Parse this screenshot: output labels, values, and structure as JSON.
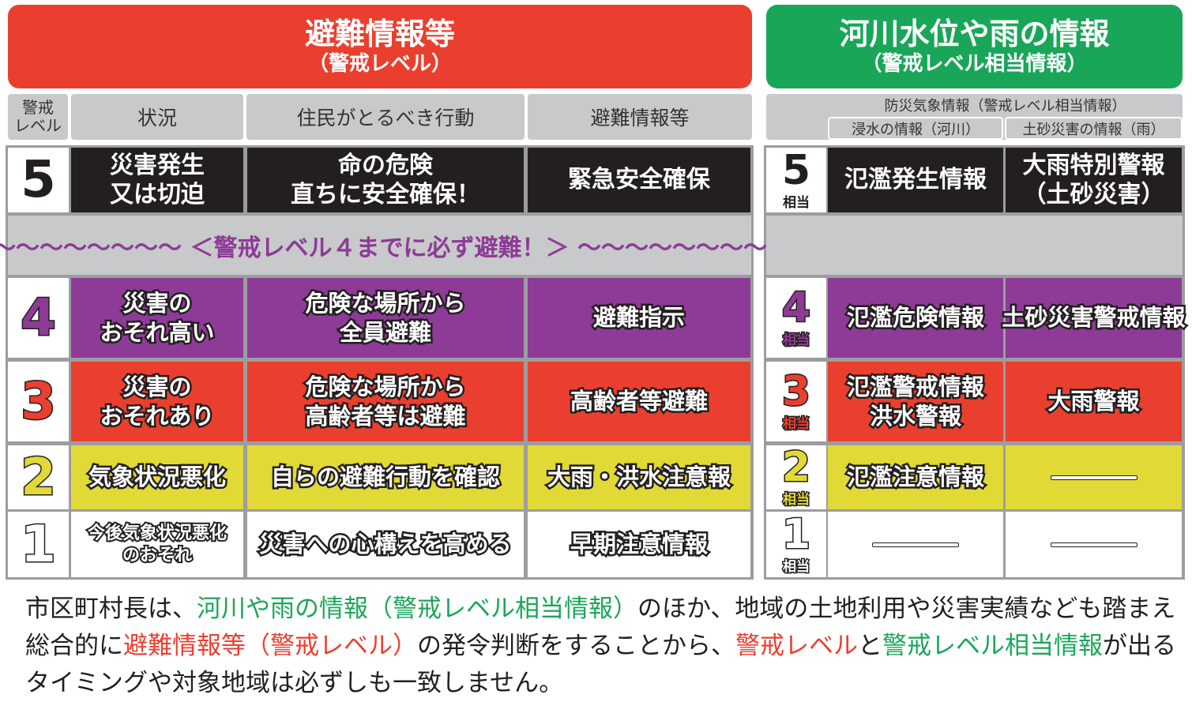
{
  "left_header": {
    "title": "避難情報等",
    "subtitle": "（警戒レベル）"
  },
  "right_header": {
    "title": "河川水位や雨の情報",
    "subtitle": "（警戒レベル相当情報）"
  },
  "left_columns": {
    "level": "警戒\nレベル",
    "situation": "状況",
    "action": "住民がとるべき行動",
    "info": "避難情報等"
  },
  "right_columns": {
    "group": "防災気象情報（警戒レベル相当情報）",
    "flood": "浸水の情報（河川）",
    "landslide": "土砂災害の情報（雨）"
  },
  "banner": "〜〜〜〜〜〜〜〜 ＜警戒レベル４までに必ず避難！＞ 〜〜〜〜〜〜〜〜",
  "equiv_label": "相当",
  "rows": [
    {
      "level": "5",
      "situation": "災害発生\n又は切迫",
      "action": "命の危険\n直ちに安全確保！",
      "info": "緊急安全確保",
      "flood": "氾濫発生情報",
      "landslide": "大雨特別警報\n（土砂災害）"
    },
    {
      "level": "4",
      "situation": "災害の\nおそれ高い",
      "action": "危険な場所から\n全員避難",
      "info": "避難指示",
      "flood": "氾濫危険情報",
      "landslide": "土砂災害警戒情報"
    },
    {
      "level": "3",
      "situation": "災害の\nおそれあり",
      "action": "危険な場所から\n高齢者等は避難",
      "info": "高齢者等避難",
      "flood": "氾濫警戒情報\n洪水警報",
      "landslide": "大雨警報"
    },
    {
      "level": "2",
      "situation": "気象状況悪化",
      "action": "自らの避難行動を確認",
      "info": "大雨・洪水注意報",
      "flood": "氾濫注意情報",
      "landslide": "―"
    },
    {
      "level": "1",
      "situation": "今後気象状況悪化\nのおそれ",
      "action": "災害への心構えを高める",
      "info": "早期注意情報",
      "flood": "―",
      "landslide": "―"
    }
  ],
  "footer": {
    "p1": "市区町村長は、",
    "g1": "河川や雨の情報（警戒レベル相当情報）",
    "p2": "のほか、地域の土地利用や災害実績なども踏まえ総合的に",
    "r1": "避難情報等（警戒レベル）",
    "p3": "の発令判断をすることから、",
    "r2": "警戒レベル",
    "p4": "と",
    "g2": "警戒レベル相当情報",
    "p5": "が出るタイミングや対象地域は必ずしも一致しません。"
  },
  "colors": {
    "red": "#ea3f2f",
    "green": "#1aa659",
    "purple": "#8d3b97",
    "yellow": "#e1d935",
    "black": "#231f20"
  }
}
